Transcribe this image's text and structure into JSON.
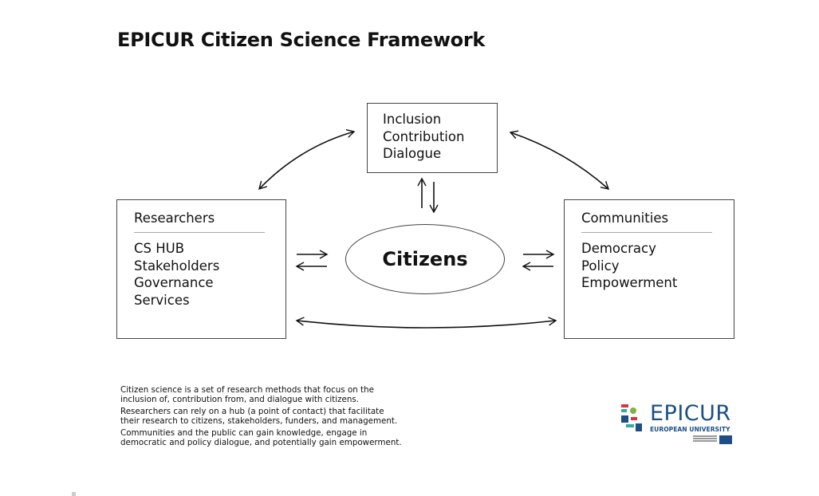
{
  "title": "EPICUR Citizen Science Framework",
  "top_box": {
    "lines": [
      "Inclusion",
      "Contribution",
      "Dialogue"
    ]
  },
  "left_box": {
    "heading": "Researchers",
    "lines": [
      "CS HUB",
      "Stakeholders",
      "Governance",
      "Services"
    ]
  },
  "right_box": {
    "heading": "Communities",
    "lines": [
      "Democracy",
      "Policy",
      "Empowerment"
    ]
  },
  "center": {
    "label": "Citizens"
  },
  "description": [
    "Citizen science is a set of research methods that focus on the\ninclusion of, contribution from, and dialogue with citizens.",
    "Researchers can rely on a hub (a point of contact) that facilitate\ntheir research to citizens, stakeholders, funders, and management.",
    "Communities and the public can gain knowledge, engage in\ndemocratic and policy dialogue, and potentially gain empowerment."
  ],
  "logo": {
    "wordmark": "EPICUR",
    "subtitle": "EUROPEAN UNIVERSITY"
  },
  "colors": {
    "logo_blue": "#1d4f86",
    "logo_red": "#d9333f",
    "logo_teal": "#3aa6a0",
    "logo_green": "#7cb342",
    "stroke": "#111111"
  }
}
